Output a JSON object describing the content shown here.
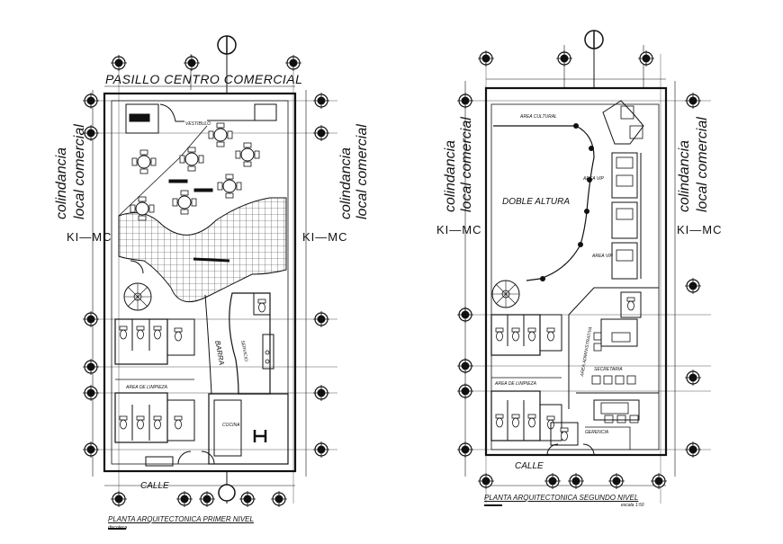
{
  "plan1": {
    "top_label": "PASILLO CENTRO COMERCIAL",
    "side_left_a": "colindancia",
    "side_left_b": "local comercial",
    "side_right_a": "colindancia",
    "side_right_b": "local comercial",
    "section_cut": "KI—MC",
    "section_cut_right": "KI—MC",
    "rooms": {
      "vestibulo": "VESTIBULO",
      "barra": "BARRA",
      "servicio": "SERVICIO",
      "area_limpieza": "AREA DE LIMPIEZA",
      "cocina": "COCINA"
    },
    "street": "CALLE",
    "title": "PLANTA ARQUITECTONICA PRIMER NIVEL",
    "subtitle": "discoteca"
  },
  "plan2": {
    "side_left_a": "colindancia",
    "side_left_b": "local comercial",
    "side_right_a": "colindancia",
    "side_right_b": "local comercial",
    "section_cut": "KI—MC",
    "section_cut_right": "KI—MC",
    "rooms": {
      "area_cultural": "AREA CULTURAL",
      "doble_altura": "DOBLE ALTURA",
      "area_vip_1": "AREA VIP",
      "area_vip_2": "AREA VIP",
      "area_administrativa": "AREA ADMINISTRATIVA",
      "secretaria": "SECRETARIA",
      "area_limpieza": "AREA DE LIMPIEZA",
      "gerencia": "GERENCIA"
    },
    "street": "CALLE",
    "title": "PLANTA ARQUITECTONICA SEGUNDO NIVEL",
    "scale": "escala 1:50"
  }
}
